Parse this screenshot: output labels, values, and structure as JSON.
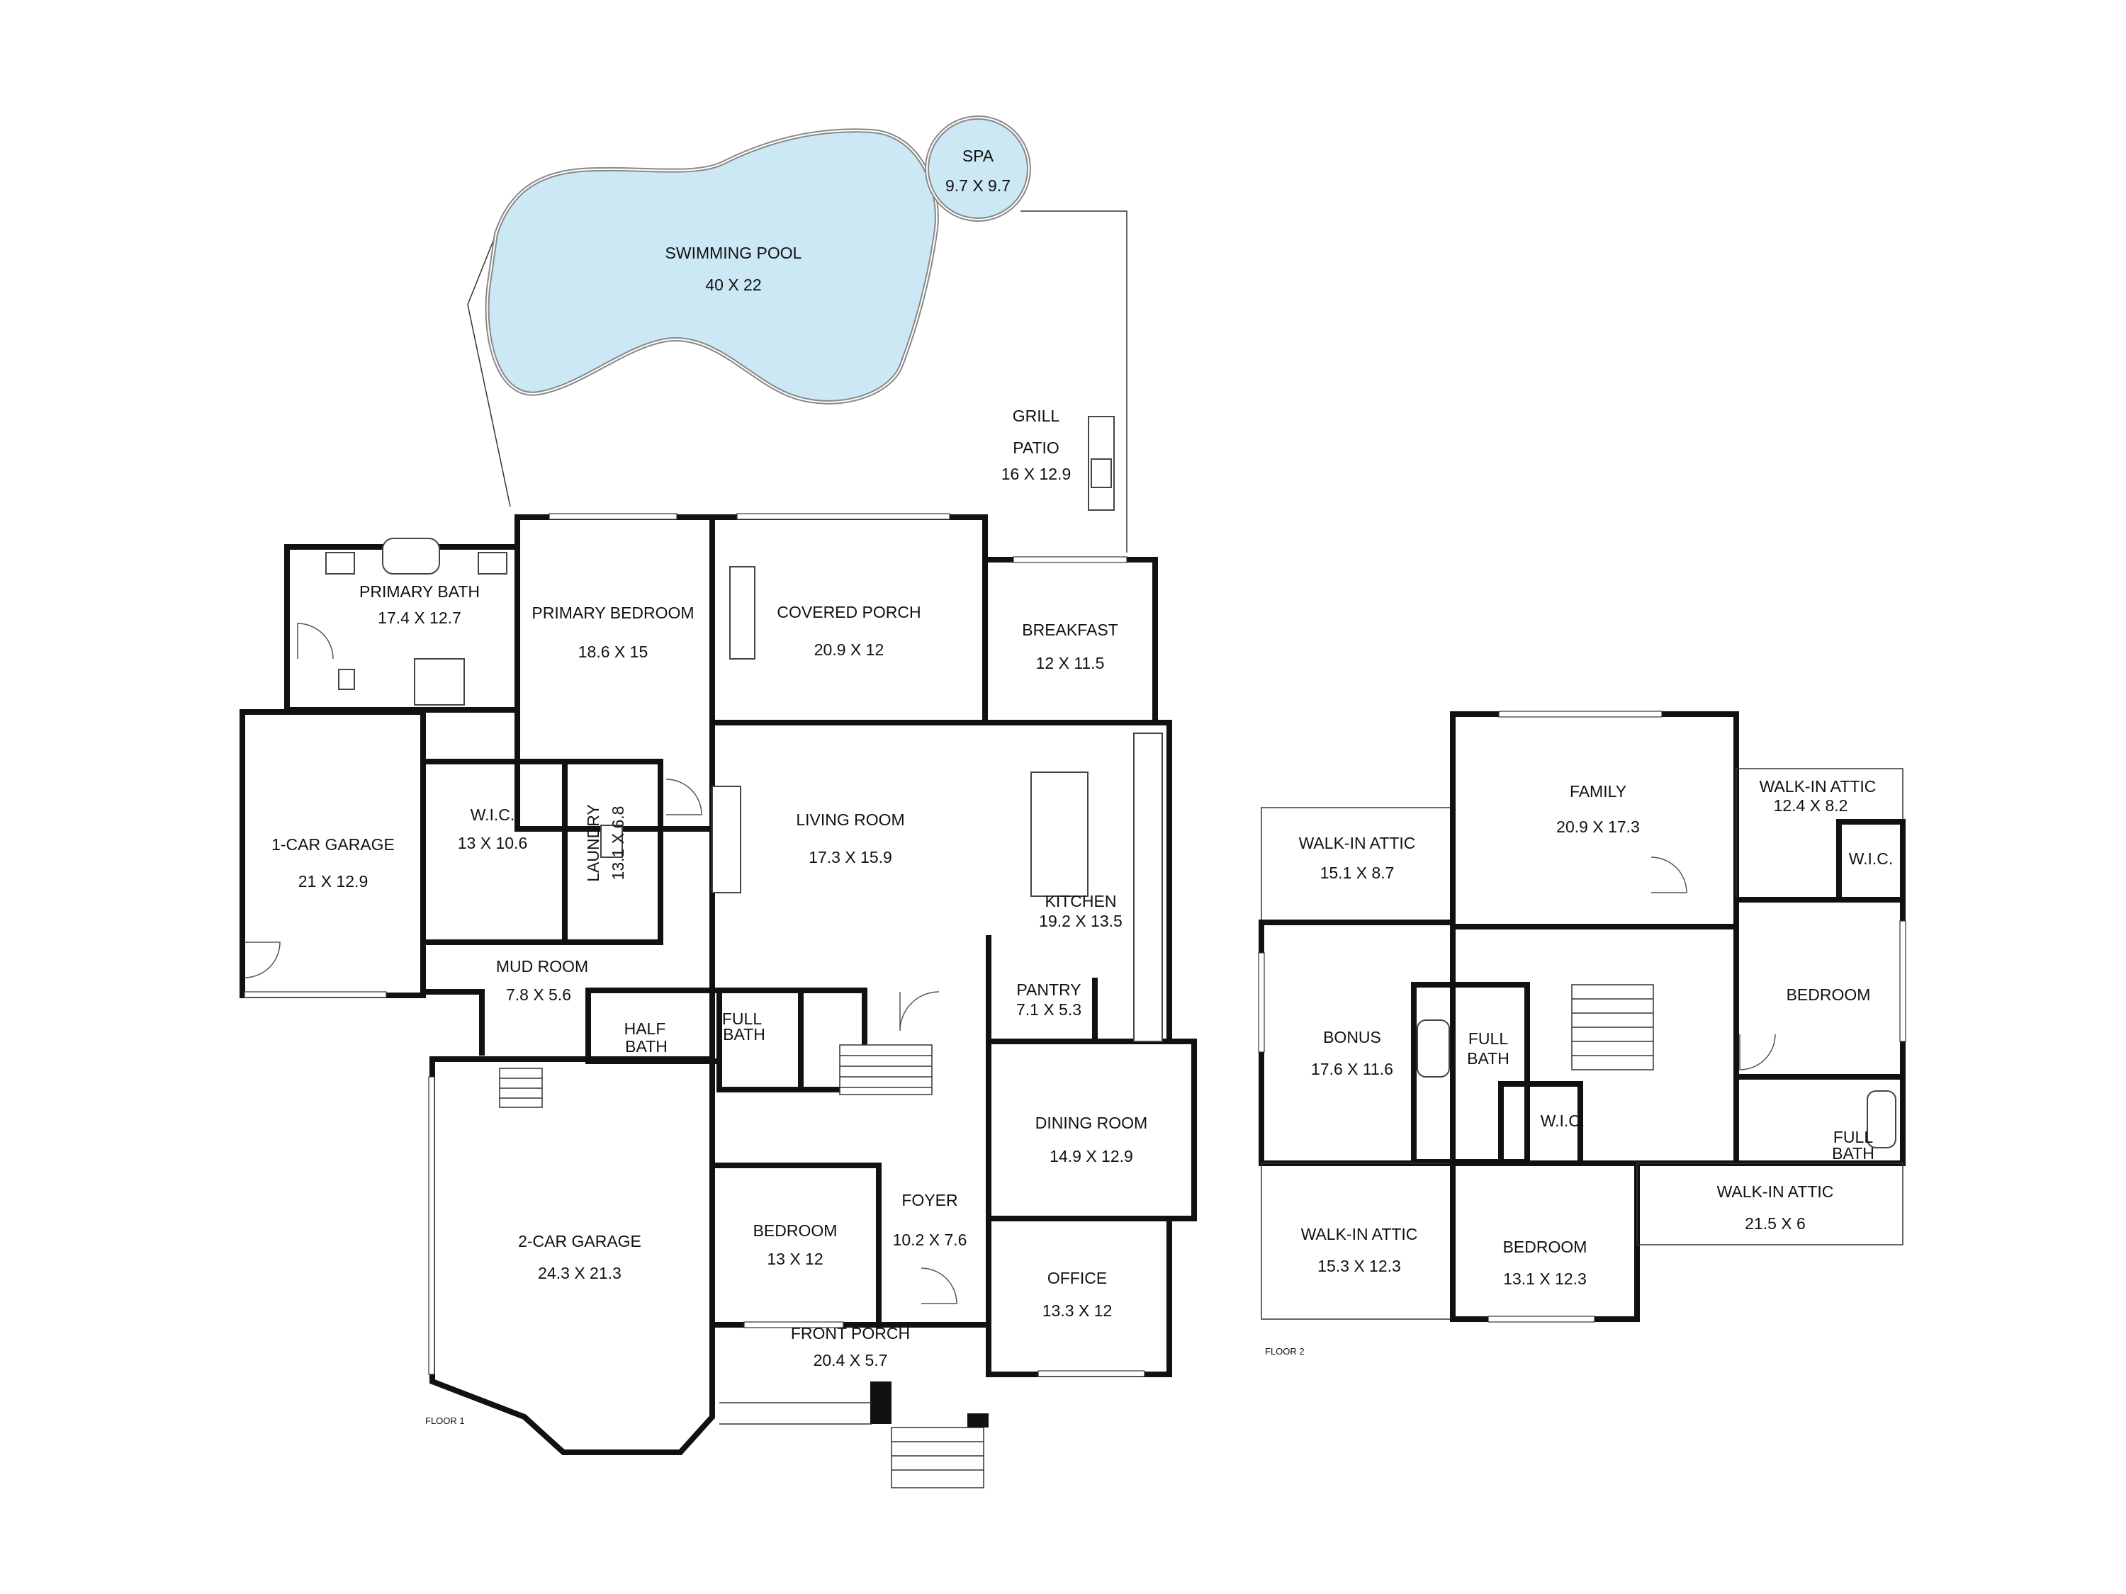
{
  "rooms": {
    "spa": {
      "name": "SPA",
      "dims": "9.7 X 9.7"
    },
    "swimming_pool": {
      "name": "SWIMMING POOL",
      "dims": "40 X 22"
    },
    "grill": {
      "name": "GRILL"
    },
    "patio": {
      "name": "PATIO",
      "dims": "16 X 12.9"
    },
    "primary_bath": {
      "name": "PRIMARY BATH",
      "dims": "17.4 X 12.7"
    },
    "primary_bedroom": {
      "name": "PRIMARY BEDROOM",
      "dims": "18.6 X 15"
    },
    "covered_porch": {
      "name": "COVERED PORCH",
      "dims": "20.9 X 12"
    },
    "breakfast": {
      "name": "BREAKFAST",
      "dims": "12 X 11.5"
    },
    "one_car_garage": {
      "name": "1-CAR GARAGE",
      "dims": "21 X 12.9"
    },
    "wic_1": {
      "name": "W.I.C.",
      "dims": "13 X 10.6"
    },
    "laundry": {
      "name": "LAUNDRY",
      "dims": "13.1 X 6.8"
    },
    "living_room": {
      "name": "LIVING ROOM",
      "dims": "17.3 X 15.9"
    },
    "kitchen": {
      "name": "KITCHEN",
      "dims": "19.2 X 13.5"
    },
    "pantry": {
      "name": "PANTRY",
      "dims": "7.1 X 5.3"
    },
    "mud_room": {
      "name": "MUD ROOM",
      "dims": "7.8 X 5.6"
    },
    "half_bath": {
      "name_line1": "HALF",
      "name_line2": "BATH"
    },
    "full_bath_1": {
      "name_line1": "FULL",
      "name_line2": "BATH"
    },
    "dining_room": {
      "name": "DINING ROOM",
      "dims": "14.9 X 12.9"
    },
    "two_car_garage": {
      "name": "2-CAR GARAGE",
      "dims": "24.3 X 21.3"
    },
    "bedroom_1": {
      "name": "BEDROOM",
      "dims": "13 X 12"
    },
    "foyer": {
      "name": "FOYER",
      "dims": "10.2 X 7.6"
    },
    "office": {
      "name": "OFFICE",
      "dims": "13.3 X 12"
    },
    "front_porch": {
      "name": "FRONT PORCH",
      "dims": "20.4 X 5.7"
    },
    "family": {
      "name": "FAMILY",
      "dims": "20.9 X 17.3"
    },
    "walkin_attic_1": {
      "name": "WALK-IN ATTIC",
      "dims": "15.1 X 8.7"
    },
    "walkin_attic_2": {
      "name": "WALK-IN ATTIC",
      "dims": "12.4 X 8.2"
    },
    "wic_2": {
      "name": "W.I.C."
    },
    "bonus": {
      "name": "BONUS",
      "dims": "17.6 X 11.6"
    },
    "full_bath_2": {
      "name_line1": "FULL",
      "name_line2": "BATH"
    },
    "bedroom_2": {
      "name": "BEDROOM"
    },
    "wic_3": {
      "name": "W.I.C."
    },
    "full_bath_3": {
      "name_line1": "FULL",
      "name_line2": "BATH"
    },
    "walkin_attic_3": {
      "name": "WALK-IN ATTIC",
      "dims": "15.3 X 12.3"
    },
    "bedroom_3": {
      "name": "BEDROOM",
      "dims": "13.1 X 12.3"
    },
    "walkin_attic_4": {
      "name": "WALK-IN ATTIC",
      "dims": "21.5 X 6"
    }
  },
  "floors": {
    "floor1": "FLOOR 1",
    "floor2": "FLOOR 2"
  },
  "colors": {
    "pool_fill": "#cde8f5",
    "wall": "#111111",
    "background": "#ffffff"
  }
}
